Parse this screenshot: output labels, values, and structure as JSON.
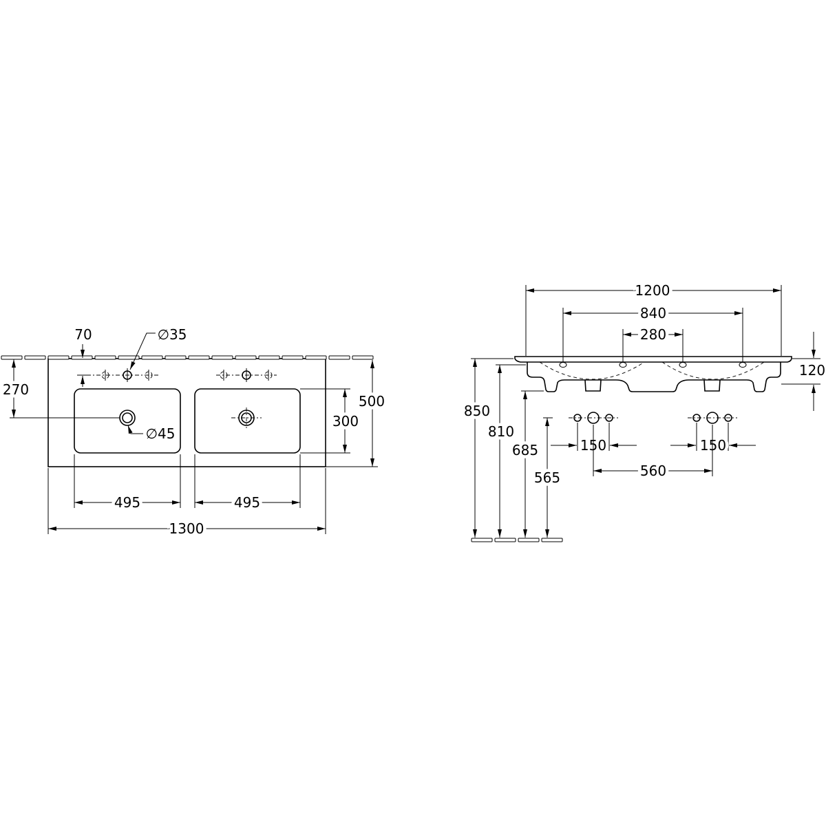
{
  "colors": {
    "line": "#000000",
    "background": "#ffffff"
  },
  "top_view": {
    "dim_70": "70",
    "dim_dia35": "∅35",
    "dim_270": "270",
    "dim_500": "500",
    "dim_300": "300",
    "dim_dia45": "∅45",
    "dim_495_left": "495",
    "dim_495_right": "495",
    "dim_1300": "1300"
  },
  "front_view": {
    "dim_1200": "1200",
    "dim_840": "840",
    "dim_280": "280",
    "dim_120": "120",
    "dim_850": "850",
    "dim_810": "810",
    "dim_685": "685",
    "dim_565": "565",
    "dim_150_left": "150",
    "dim_150_right": "150",
    "dim_560": "560"
  }
}
